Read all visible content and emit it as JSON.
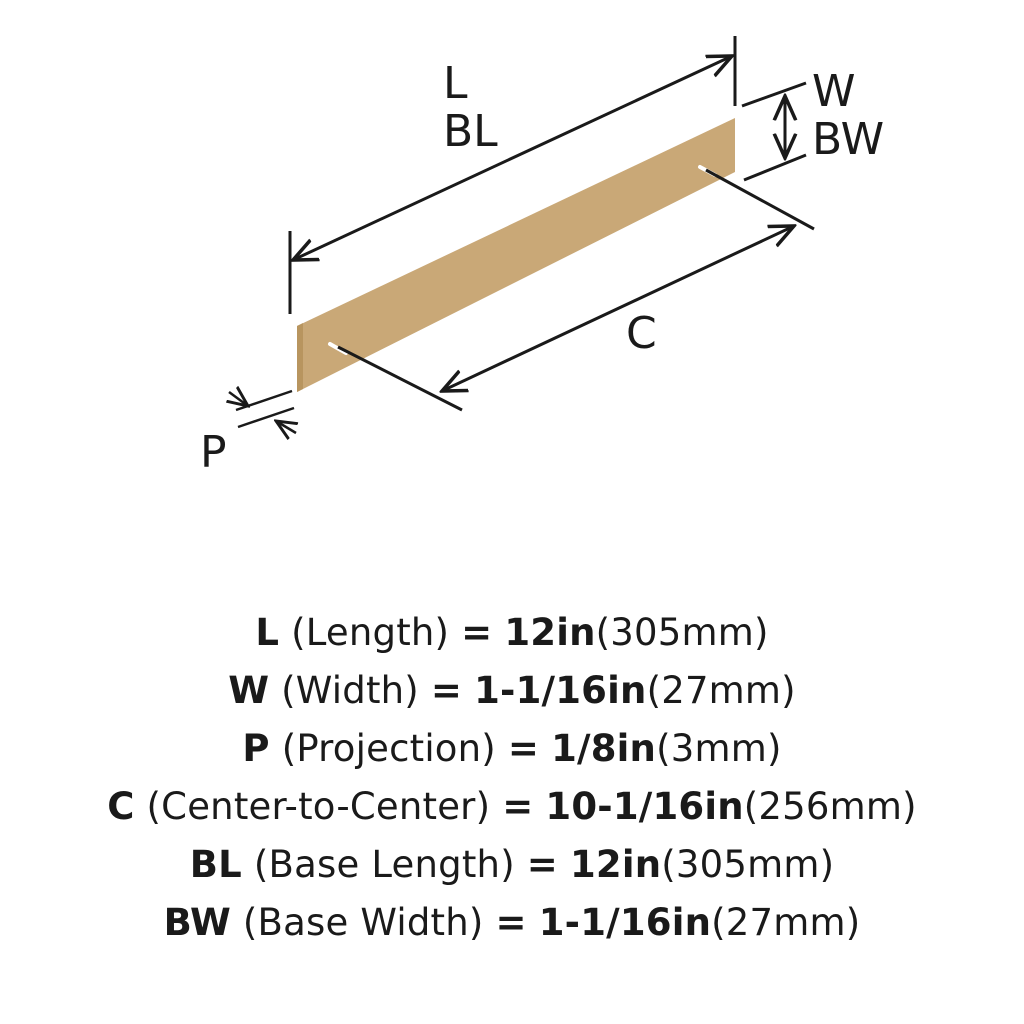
{
  "diagram": {
    "labels": {
      "length": "L",
      "base_length": "BL",
      "width": "W",
      "base_width": "BW",
      "center": "C",
      "projection": "P"
    },
    "product_color": "#c9a877",
    "line_color": "#1a1a1a"
  },
  "specs": [
    {
      "code": "L",
      "name": "(Length)",
      "eq": "=",
      "value": "12in",
      "metric": "(305mm)"
    },
    {
      "code": "W",
      "name": "(Width)",
      "eq": "=",
      "value": "1-1/16in",
      "metric": "(27mm)"
    },
    {
      "code": "P",
      "name": "(Projection)",
      "eq": "=",
      "value": "1/8in",
      "metric": "(3mm)"
    },
    {
      "code": "C",
      "name": "(Center-to-Center)",
      "eq": "=",
      "value": "10-1/16in",
      "metric": "(256mm)"
    },
    {
      "code": "BL",
      "name": "(Base Length)",
      "eq": "=",
      "value": "12in",
      "metric": "(305mm)"
    },
    {
      "code": "BW",
      "name": "(Base Width)",
      "eq": "=",
      "value": "1-1/16in",
      "metric": "(27mm)"
    }
  ]
}
